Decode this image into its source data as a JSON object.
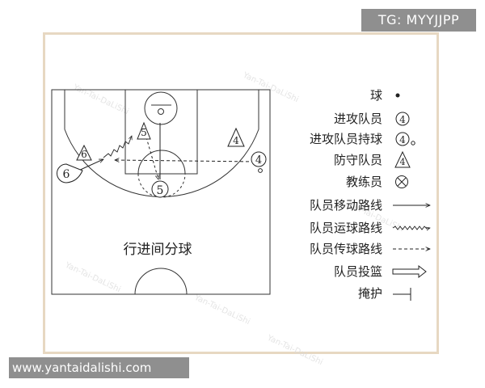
{
  "watermark_tag": "TG: MYYJJPP",
  "watermark_url": "www.yantaidalishi.com",
  "diagram": {
    "court_caption": "行进间分球",
    "players": {
      "top_five": "5",
      "bottom_five": "5",
      "right_four": "4",
      "defender_four": "4",
      "defender_six": "6",
      "left_six": "6"
    },
    "legend": [
      {
        "label": "球",
        "symbol": "ball"
      },
      {
        "label": "进攻队员",
        "symbol": "offense",
        "glyph": "4"
      },
      {
        "label": "进攻队员持球",
        "symbol": "offense-ball",
        "glyph": "4"
      },
      {
        "label": "防守队员",
        "symbol": "defense",
        "glyph": "4"
      },
      {
        "label": "教练员",
        "symbol": "coach"
      },
      {
        "label": "队员移动路线",
        "symbol": "move"
      },
      {
        "label": "队员运球路线",
        "symbol": "dribble"
      },
      {
        "label": "队员传球路线",
        "symbol": "pass"
      },
      {
        "label": "队员投篮",
        "symbol": "shoot"
      },
      {
        "label": "掩护",
        "symbol": "screen"
      }
    ]
  }
}
